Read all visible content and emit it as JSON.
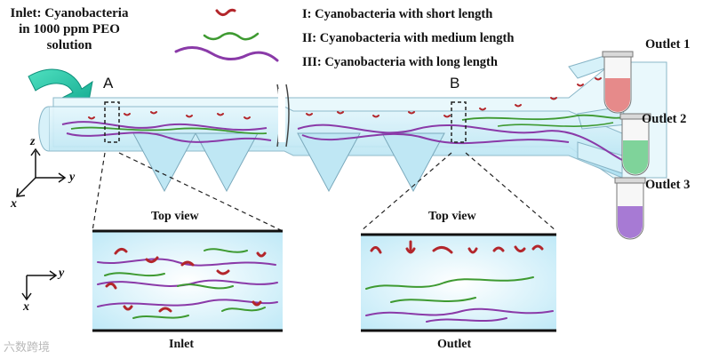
{
  "inlet_label": "Inlet: Cyanobacteria in 1000 ppm PEO solution",
  "legend": [
    {
      "id": "I",
      "text": "I: Cyanobacteria with short length",
      "color": "#b3262b"
    },
    {
      "id": "II",
      "text": "II: Cyanobacteria with medium length",
      "color": "#3e9a31"
    },
    {
      "id": "III",
      "text": "III: Cyanobacteria with long length",
      "color": "#8a3aa8"
    }
  ],
  "outlets": [
    {
      "label": "Outlet 1",
      "fluid_color": "#e68a8a"
    },
    {
      "label": "Outlet 2",
      "fluid_color": "#7fd39a"
    },
    {
      "label": "Outlet 3",
      "fluid_color": "#a77ad4"
    }
  ],
  "regions": {
    "a": "A",
    "b": "B"
  },
  "panels": {
    "left": {
      "header": "Top view",
      "footer": "Inlet"
    },
    "right": {
      "header": "Top view",
      "footer": "Outlet"
    }
  },
  "axes3d": {
    "z": "z",
    "y": "y",
    "x": "x"
  },
  "axes2d": {
    "y": "y",
    "x": "x"
  },
  "watermark": "六数跨境"
}
